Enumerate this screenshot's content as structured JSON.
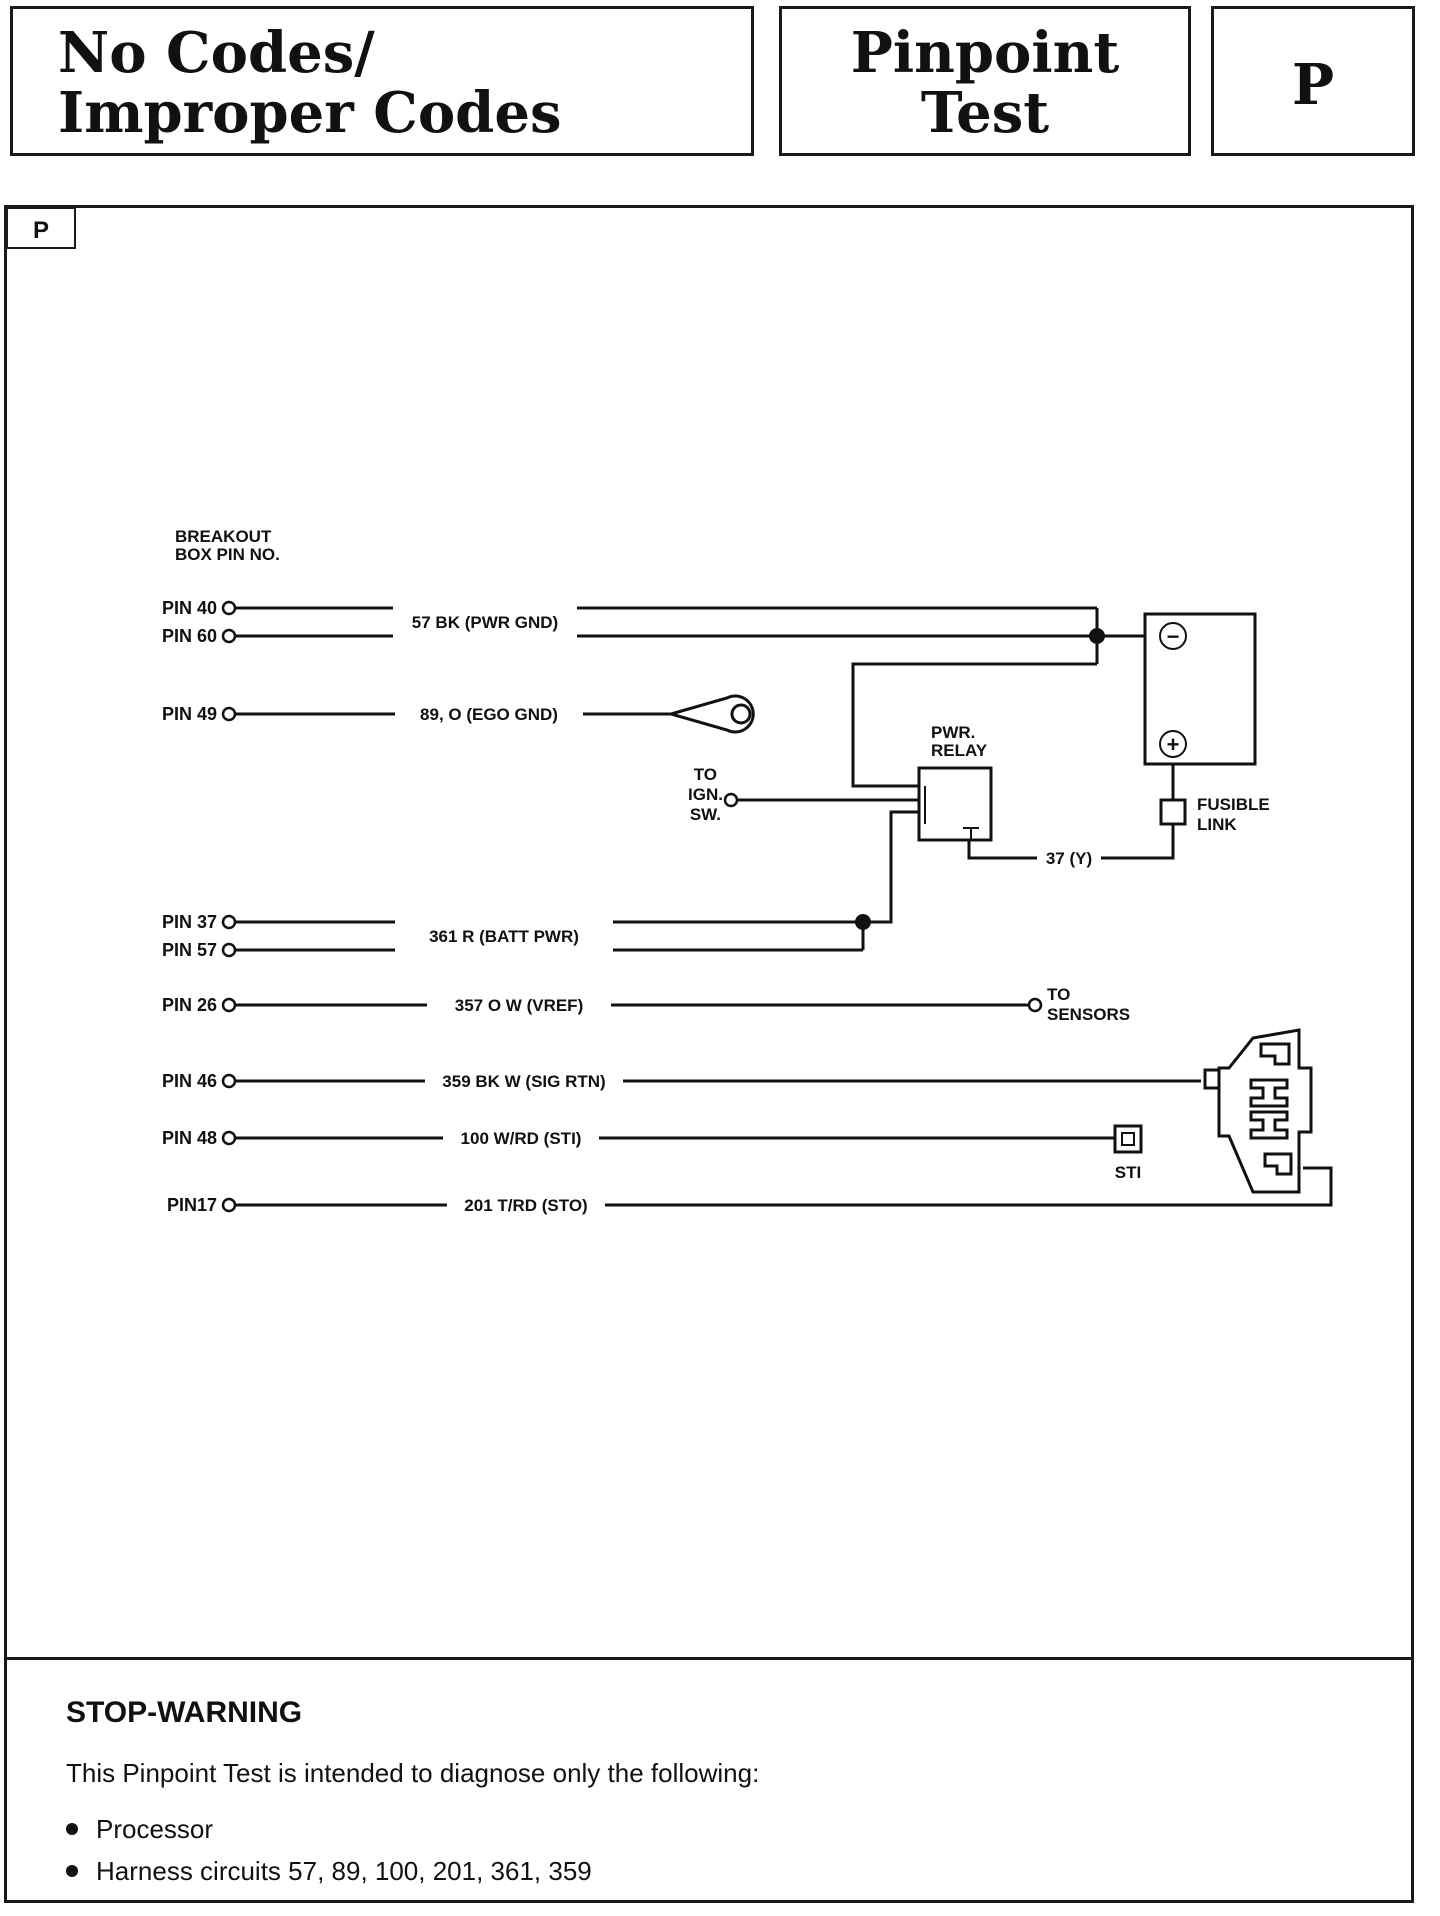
{
  "header": {
    "title_line1": "No Codes/",
    "title_line2": "Improper Codes",
    "test_line1": "Pinpoint",
    "test_line2": "Test",
    "test_letter": "P"
  },
  "diagram": {
    "tag": "P",
    "breakout_line1": "BREAKOUT",
    "breakout_line2": "BOX PIN NO.",
    "pins": {
      "p40": "PIN 40",
      "p60": "PIN 60",
      "p49": "PIN 49",
      "p37": "PIN 37",
      "p57": "PIN 57",
      "p26": "PIN 26",
      "p46": "PIN 46",
      "p48": "PIN 48",
      "p17": "PIN17"
    },
    "circuits": {
      "c57": "57 BK (PWR GND)",
      "c89": "89, O (EGO GND)",
      "c361": "361 R (BATT PWR)",
      "c357": "357 O W (VREF)",
      "c359": "359 BK W (SIG RTN)",
      "c100": "100 W/RD (STI)",
      "c201": "201 T/RD (STO)",
      "c37": "37 (Y)"
    },
    "relay_line1": "PWR.",
    "relay_line2": "RELAY",
    "ign_line1": "TO",
    "ign_line2": "IGN.",
    "ign_line3": "SW.",
    "fusible_line1": "FUSIBLE",
    "fusible_line2": "LINK",
    "sensors_line1": "TO",
    "sensors_line2": "SENSORS",
    "sti_label": "STI",
    "battery_minus": "−",
    "battery_plus": "+"
  },
  "warning": {
    "title": "STOP-WARNING",
    "intro": "This Pinpoint Test is intended to diagnose only the following:",
    "items": [
      "Processor",
      "Harness circuits 57, 89, 100, 201, 361, 359"
    ]
  }
}
